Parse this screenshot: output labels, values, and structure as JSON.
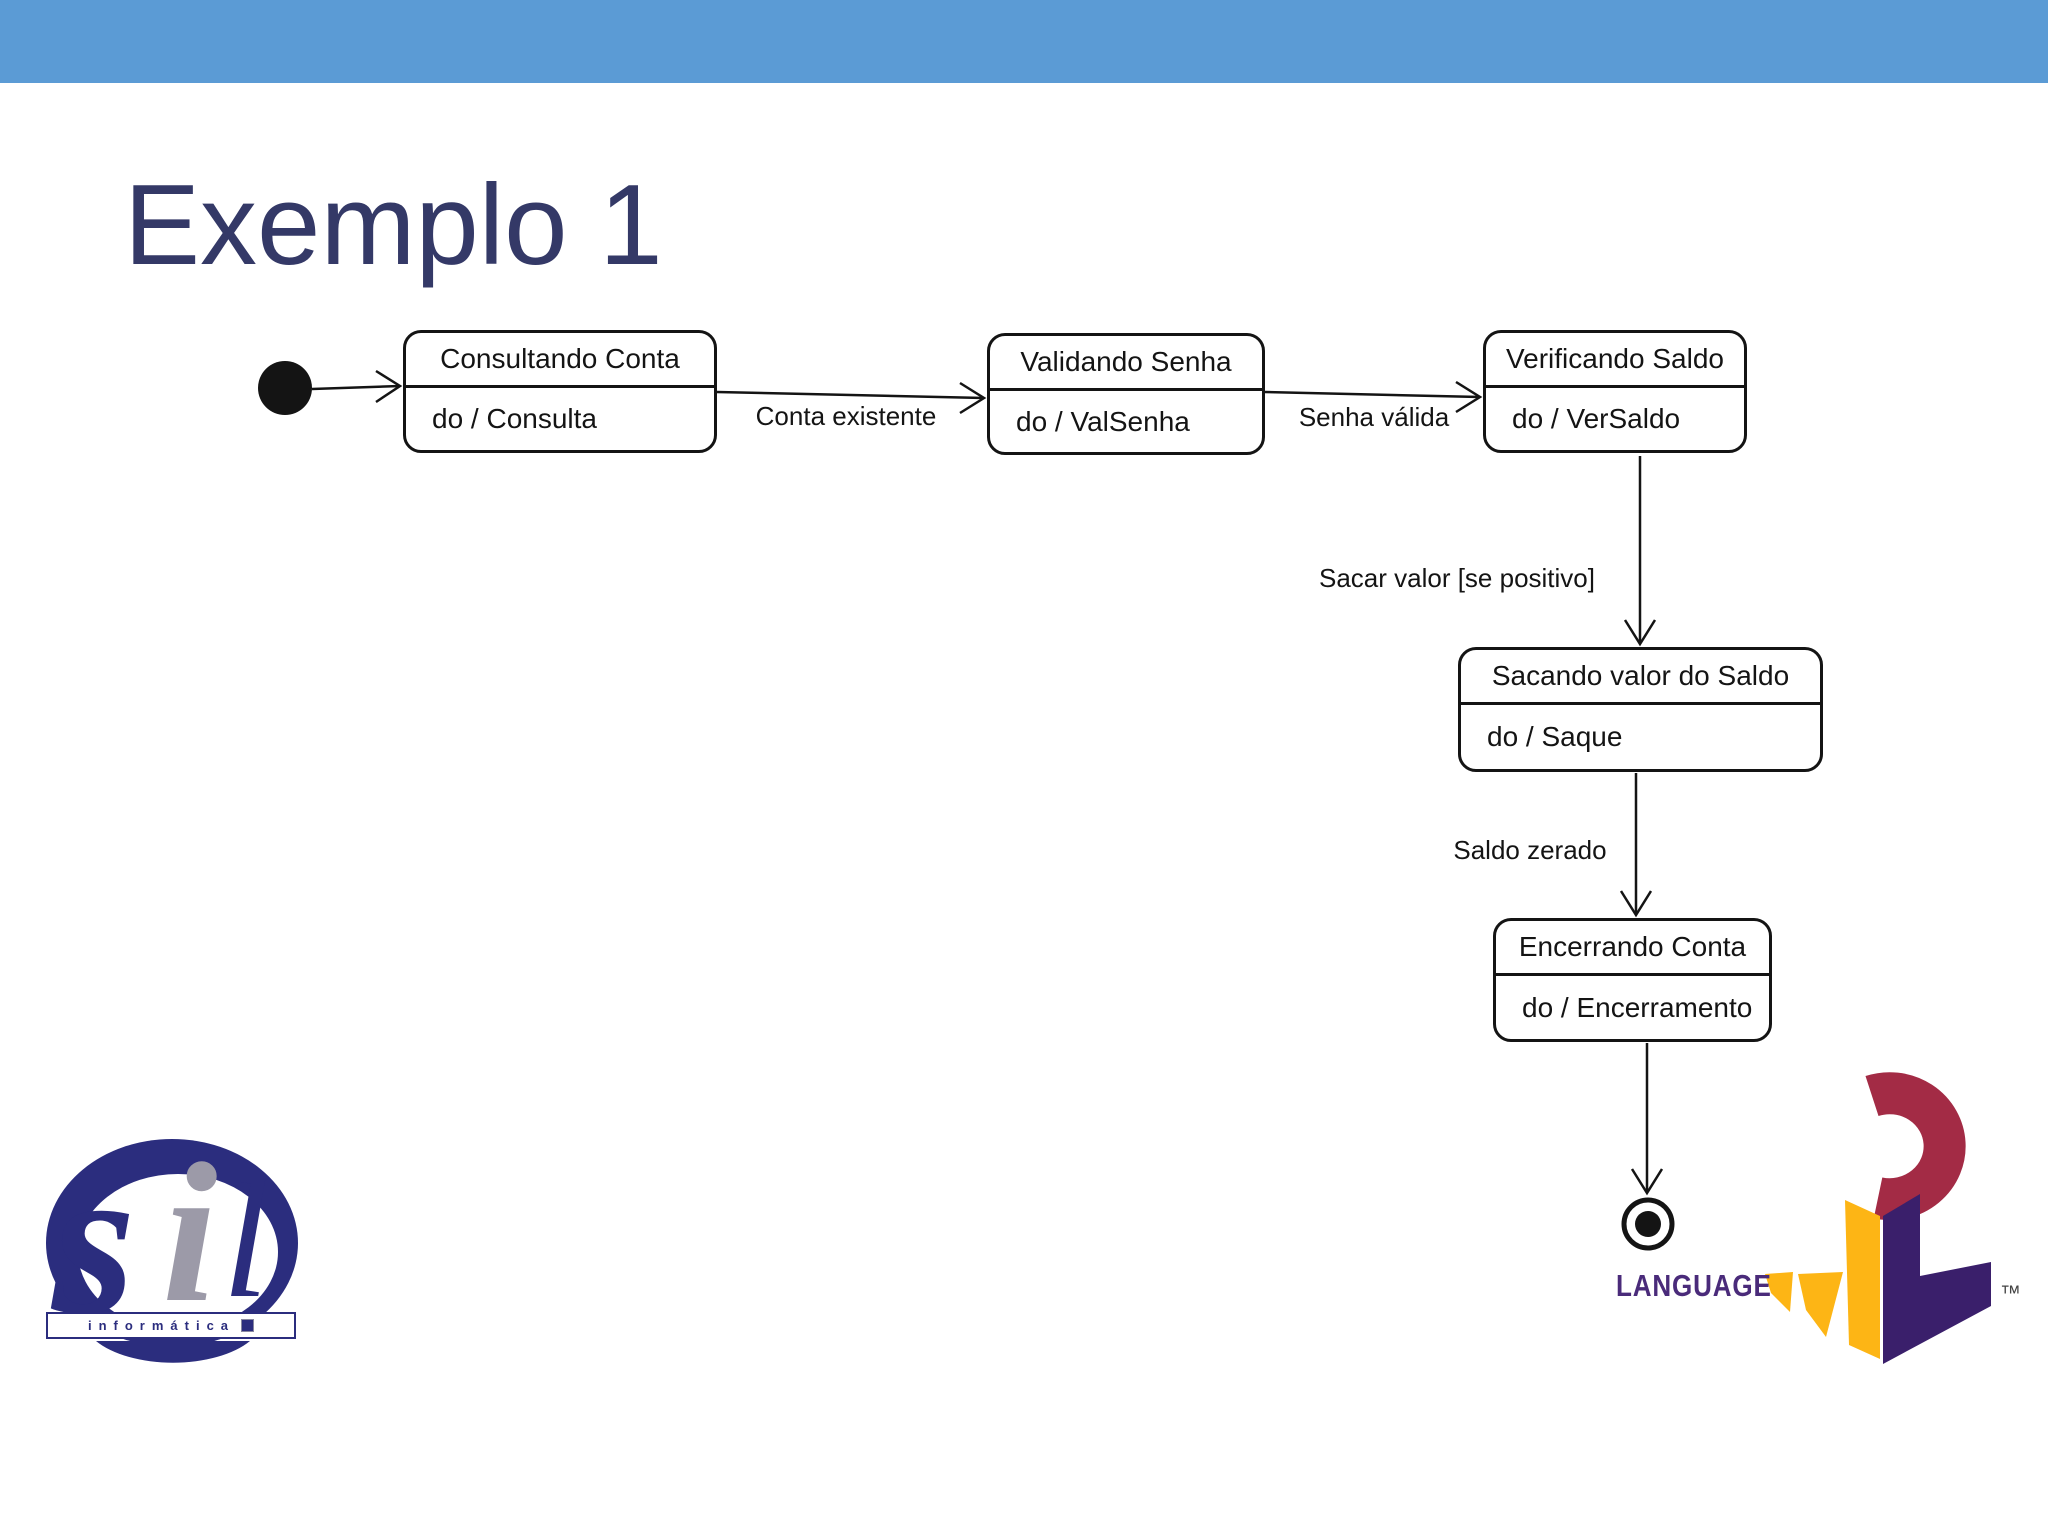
{
  "title": "Exemplo 1",
  "header": {
    "bar_color": "#5b9bd5"
  },
  "diagram": {
    "type": "uml-state-diagram",
    "states": [
      {
        "name": "Consultando Conta",
        "activity": "do / Consulta"
      },
      {
        "name": "Validando Senha",
        "activity": "do / ValSenha"
      },
      {
        "name": "Verificando Saldo",
        "activity": "do / VerSaldo"
      },
      {
        "name": "Sacando valor do Saldo",
        "activity": "do / Saque"
      },
      {
        "name": "Encerrando Conta",
        "activity": "do / Encerramento"
      }
    ],
    "transitions": [
      {
        "label": "Conta existente"
      },
      {
        "label": "Senha válida"
      },
      {
        "label": "Sacar valor [se positivo]"
      },
      {
        "label": "Saldo zerado"
      }
    ],
    "initial_state": "filled-black-circle",
    "final_state": "bullseye-circle"
  },
  "footer": {
    "sil_logo": {
      "banner_text": "informática"
    },
    "uml_logo": {
      "language_label": "LANGUAGE",
      "trademark": "™"
    }
  },
  "colors": {
    "header_blue": "#5b9bd5",
    "title_navy": "#343967",
    "diagram_ink": "#141414",
    "uml_maroon": "#a32b45",
    "uml_yellow": "#fdb515",
    "uml_purple": "#3a1f6b",
    "language_purple": "#4a2b7a",
    "sil_navy": "#2b2d7e",
    "sil_gray": "#9c9aa8"
  }
}
